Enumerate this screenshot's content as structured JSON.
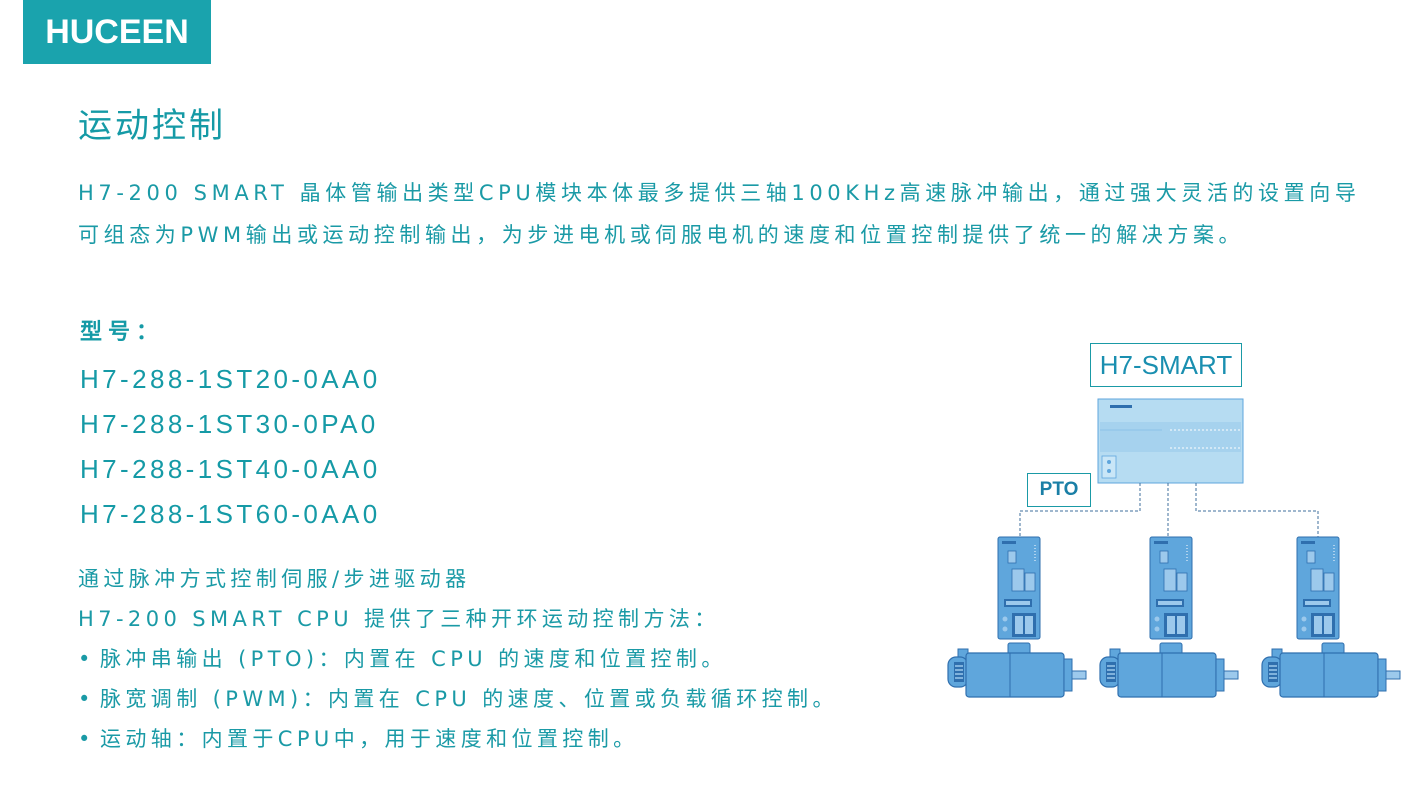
{
  "brand": {
    "logo_text": "HUCEEN",
    "color": "#1aa3ad"
  },
  "page": {
    "title": "运动控制",
    "intro": "H7-200 SMART 晶体管输出类型CPU模块本体最多提供三轴100KHz高速脉冲输出，通过强大灵活的设置向导可组态为PWM输出或运动控制输出，为步进电机或伺服电机的速度和位置控制提供了统一的解决方案。"
  },
  "models": {
    "label": "型号：",
    "items": [
      "H7-288-1ST20-0AA0",
      "H7-288-1ST30-0PA0",
      "H7-288-1ST40-0AA0",
      "H7-288-1ST60-0AA0"
    ]
  },
  "control": {
    "line1": "通过脉冲方式控制伺服/步进驱动器",
    "line2": "H7-200 SMART CPU 提供了三种开环运动控制方法：",
    "bullet_symbol": "•",
    "bullets": [
      "脉冲串输出 (PTO)：内置在 CPU 的速度和位置控制。",
      "脉宽调制 (PWM)：内置在 CPU 的速度、位置或负载循环控制。",
      "运动轴：内置于CPU中，用于速度和位置控制。"
    ]
  },
  "diagram": {
    "plc_label": "H7-SMART",
    "pto_label": "PTO",
    "accent_color": "#3f86c6"
  }
}
